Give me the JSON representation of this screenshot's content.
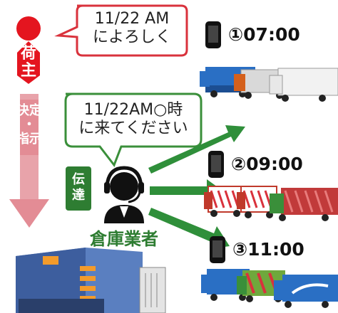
{
  "shipper": {
    "label_1": "荷",
    "label_2": "主"
  },
  "shipper_bubble": {
    "line1": "11/22 AM",
    "line2": "によろしく"
  },
  "decision_arrow": {
    "line1": "決定",
    "line2": "・",
    "line3": "指示"
  },
  "worker_bubble": {
    "line1": "11/22AM○時",
    "line2": "に来てください"
  },
  "relay_badge": {
    "line1": "伝",
    "line2": "達"
  },
  "worker": {
    "caption": "倉庫業者"
  },
  "slots": [
    {
      "label": "①07:00"
    },
    {
      "label": "②09:00"
    },
    {
      "label": "③11:00"
    }
  ],
  "colors": {
    "shipper_red": "#e4151f",
    "bubble_red_border": "#d9323c",
    "bubble_green_border": "#3a8f3a",
    "arrow_green": "#2f8f3a",
    "decision_pink": "#e38c95",
    "relay_green": "#2e7d32"
  }
}
